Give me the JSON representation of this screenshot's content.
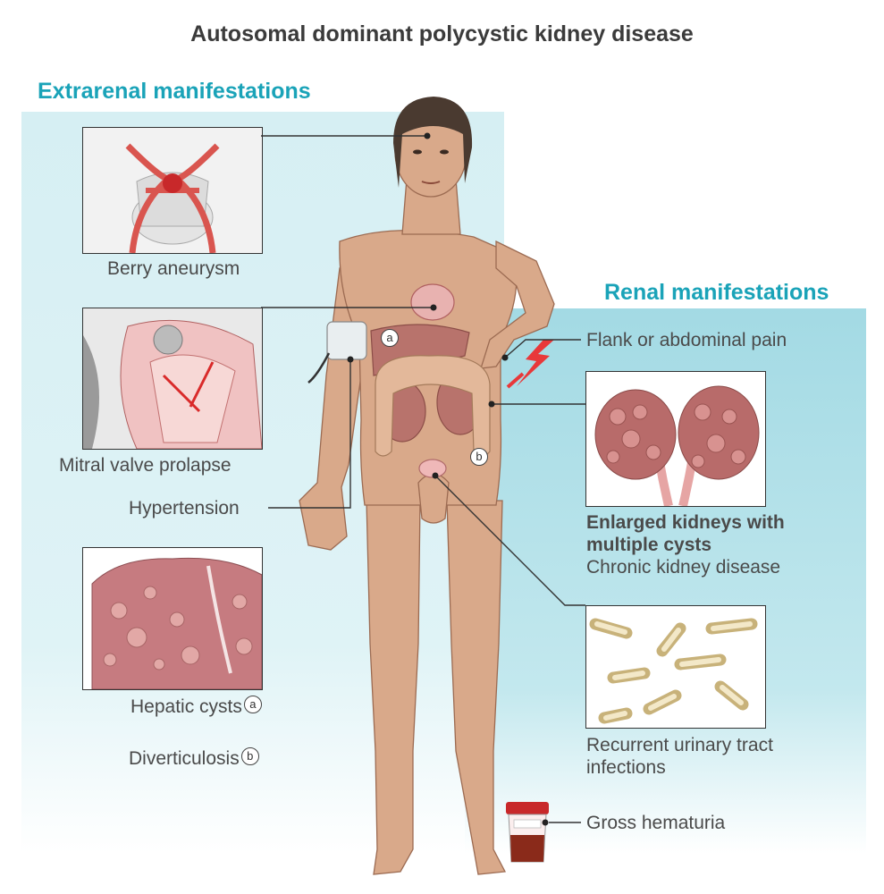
{
  "title": "Autosomal dominant polycystic kidney disease",
  "extrarenal": {
    "heading": "Extrarenal manifestations",
    "berry_aneurysm": "Berry aneurysm",
    "mitral_valve_prolapse": "Mitral valve prolapse",
    "hypertension": "Hypertension",
    "hepatic_cysts": "Hepatic cysts",
    "hepatic_marker": "a",
    "diverticulosis": "Diverticulosis",
    "diverticulosis_marker": "b"
  },
  "renal": {
    "heading": "Renal manifestations",
    "flank_pain": "Flank or abdominal pain",
    "enlarged_kidneys_line1": "Enlarged kidneys with",
    "enlarged_kidneys_line2": "multiple cysts",
    "ckd": "Chronic kidney disease",
    "uti_line1": "Recurrent urinary tract",
    "uti_line2": "infections",
    "gross_hematuria": "Gross hematuria"
  },
  "body_markers": {
    "liver": "a",
    "colon": "b"
  },
  "colors": {
    "accent": "#1aa3b8",
    "left_bg": "#d8f0f4",
    "right_bg": "#a5dbe5",
    "skin": "#d9a98a",
    "tissue": "#b8736c",
    "artery": "#d9554f"
  }
}
